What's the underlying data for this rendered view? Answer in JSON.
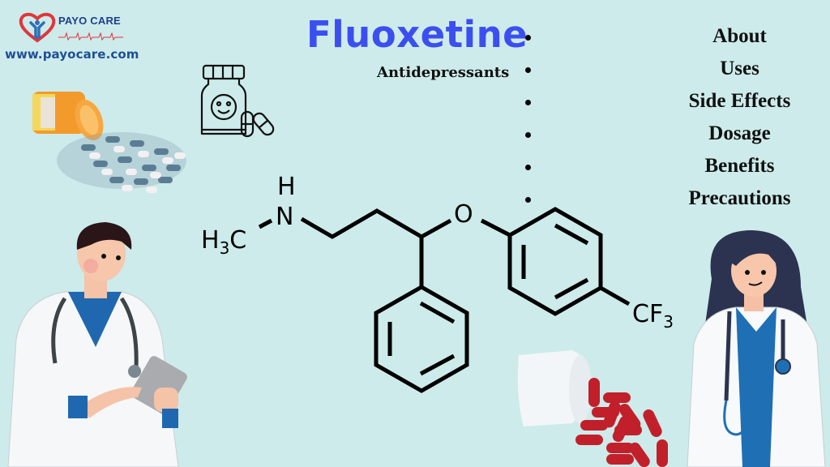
{
  "brand": {
    "name": "PAYO CARE",
    "website": "www.payocare.com",
    "heart_color": "#e0363c",
    "figure_color": "#2f6fb5",
    "text_color": "#1f3f8a"
  },
  "header": {
    "title": "Fluoxetine",
    "subtitle": "Antidepressants",
    "title_color": "#3b4ff0"
  },
  "nav": {
    "items": [
      {
        "label": "About"
      },
      {
        "label": "Uses"
      },
      {
        "label": "Side Effects"
      },
      {
        "label": "Dosage"
      },
      {
        "label": "Benefits"
      },
      {
        "label": "Precautions"
      }
    ]
  },
  "molecule": {
    "name": "Fluoxetine",
    "labels": {
      "methyl": "H3C",
      "amine_h": "H",
      "amine_n": "N",
      "oxygen": "O",
      "trifluoromethyl": "CF3"
    }
  },
  "illustrations": {
    "pill_bottle_icon": "smiley-pill-bottle",
    "orange_bottle_pills": "spilled-blue-white-capsules",
    "white_bottle_pills": "spilled-red-capsules",
    "doctor_male": "male-doctor-with-tablet",
    "doctor_female": "female-doctor-with-stethoscope"
  },
  "colors": {
    "background": "#cdebeb",
    "ink": "#000000"
  }
}
